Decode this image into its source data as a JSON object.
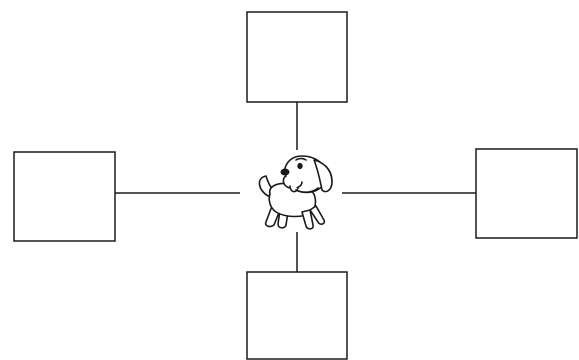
{
  "diagram": {
    "center_icon": "dog-icon",
    "boxes": [
      {
        "position": "top",
        "text": ""
      },
      {
        "position": "left",
        "text": ""
      },
      {
        "position": "right",
        "text": ""
      },
      {
        "position": "bottom",
        "text": ""
      }
    ]
  },
  "colors": {
    "stroke": "#1a1a1a",
    "background": "#ffffff"
  }
}
